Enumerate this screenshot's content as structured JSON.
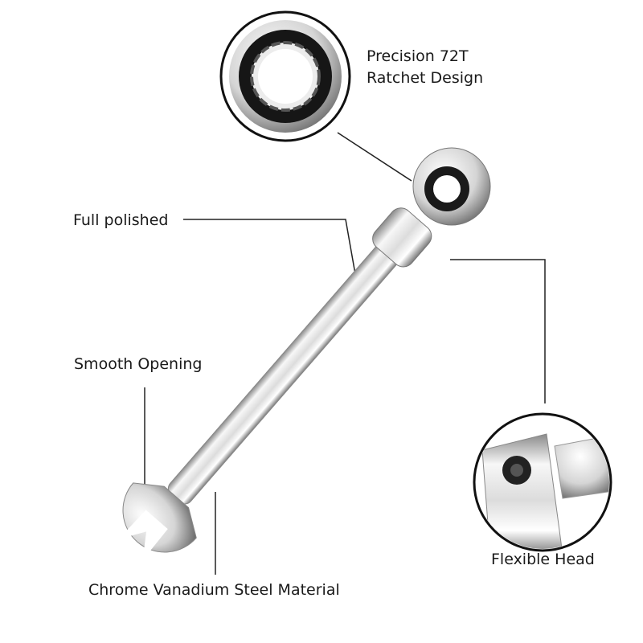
{
  "callouts": {
    "ratchet_line1": "Precision 72T",
    "ratchet_line2": "Ratchet Design",
    "polished": "Full polished",
    "opening": "Smooth Opening",
    "material": "Chrome Vanadium Steel Material",
    "flexible": "Flexible Head"
  },
  "colors": {
    "chrome_light": "#f4f4f4",
    "chrome_mid": "#c9c9c9",
    "chrome_dark": "#7a7a7a",
    "line": "#222222"
  }
}
